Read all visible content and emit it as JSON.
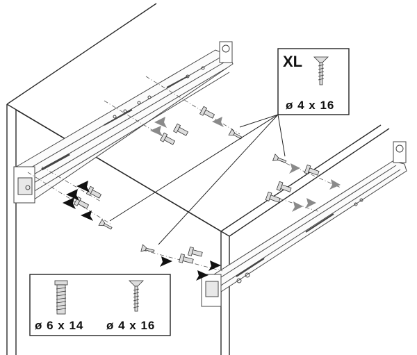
{
  "callout_xl": {
    "label": "XL",
    "screw_label": "ø 4 x 16",
    "icon": "countersunk-screw-icon"
  },
  "callout_bottom": {
    "left_label": "ø 6 x 14",
    "right_label": "ø 4 x 16",
    "left_icon": "euro-screw-icon",
    "right_icon": "countersunk-screw-icon"
  },
  "colors": {
    "line": "#2a2a2a",
    "rail": "#444444",
    "arrow_dark": "#111111",
    "arrow_light": "#8a8a8a",
    "background": "#ffffff"
  }
}
